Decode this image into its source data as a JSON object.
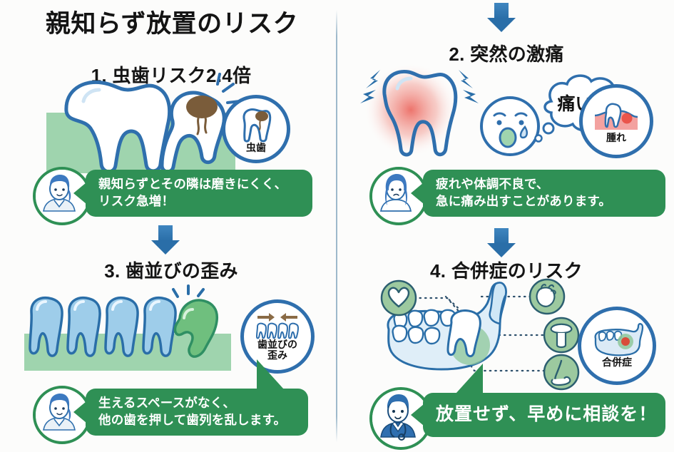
{
  "title": "親知らず放置のリスク",
  "divider": {
    "color": "#9db9cb"
  },
  "colors": {
    "accent_blue": "#2f6fad",
    "bubble_green": "#2f9055",
    "gum_green": "#9fd4ae",
    "tooth_blue": "#9ecdea",
    "wisdom_green": "#6fbf7e",
    "pain_red": "#e8463c",
    "caries_brown": "#7a5c3a",
    "background": "#fcfcfb"
  },
  "sections": [
    {
      "id": "section-1",
      "heading": "1. 虫歯リスク2.4倍",
      "badge": {
        "label": "虫歯",
        "icon": "tooth-with-cavity-icon"
      },
      "advisor": {
        "avatar": "female-dentist-avatar"
      },
      "bubble_lines": [
        "親知らずとその隣は磨きにくく、",
        "リスク急増！"
      ],
      "illustration": "impacted-wisdom-tooth-in-gum"
    },
    {
      "id": "section-2",
      "heading": "2. 突然の激痛",
      "badge": {
        "label": "腫れ",
        "icon": "swollen-gum-icon"
      },
      "thought_bubble": "痛い！",
      "advisor": {
        "avatar": "female-patient-avatar"
      },
      "bubble_lines": [
        "疲れや体調不良で、",
        "急に痛み出すことがあります。"
      ],
      "illustration": "aching-red-tooth-with-pain-bolts"
    },
    {
      "id": "section-3",
      "heading": "3. 歯並びの歪み",
      "badge": {
        "label_lines": [
          "歯並びの",
          "歪み"
        ],
        "icon": "crowded-teeth-arrows-icon"
      },
      "advisor": {
        "avatar": "female-dentist-avatar"
      },
      "bubble_lines": [
        "生えるスペースがなく、",
        "他の歯を押して歯列を乱します。"
      ],
      "illustration": "tooth-row-with-tilted-wisdom-tooth"
    },
    {
      "id": "section-4",
      "heading": "4. 合併症のリスク",
      "badge": {
        "label": "合併症",
        "icon": "jaw-with-infection-icon"
      },
      "complication_icons": [
        "heart-outline-icon",
        "anatomical-heart-icon",
        "throat-icon",
        "nose-icon"
      ],
      "advisor": {
        "avatar": "male-doctor-avatar"
      },
      "bubble_lines": [
        "放置せず、早めに相談を！"
      ],
      "illustration": "jawbone-with-wisdom-tooth-and-links"
    }
  ],
  "arrows": {
    "count": 3,
    "direction": "down",
    "color": "#2a6ea8"
  }
}
